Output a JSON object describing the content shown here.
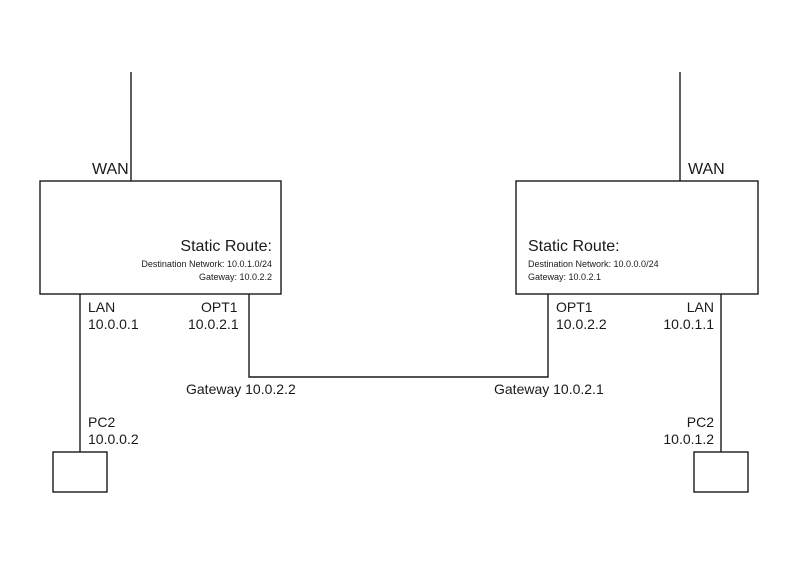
{
  "left_router": {
    "wan_label": "WAN",
    "route_title": "Static Route:",
    "route_destination": "Destination Network: 10.0.1.0/24",
    "route_gateway": "Gateway: 10.0.2.2",
    "lan_label": "LAN",
    "lan_ip": "10.0.0.1",
    "opt_label": "OPT1",
    "opt_ip": "10.0.2.1",
    "gateway_label": "Gateway 10.0.2.2"
  },
  "right_router": {
    "wan_label": "WAN",
    "route_title": "Static Route:",
    "route_destination": "Destination Network: 10.0.0.0/24",
    "route_gateway": "Gateway: 10.0.2.1",
    "lan_label": "LAN",
    "lan_ip": "10.0.1.1",
    "opt_label": "OPT1",
    "opt_ip": "10.0.2.2",
    "gateway_label": "Gateway 10.0.2.1"
  },
  "left_pc": {
    "name": "PC2",
    "ip": "10.0.0.2"
  },
  "right_pc": {
    "name": "PC2",
    "ip": "10.0.1.2"
  },
  "colors": {
    "line": "#1a1a1a",
    "background": "#ffffff"
  }
}
